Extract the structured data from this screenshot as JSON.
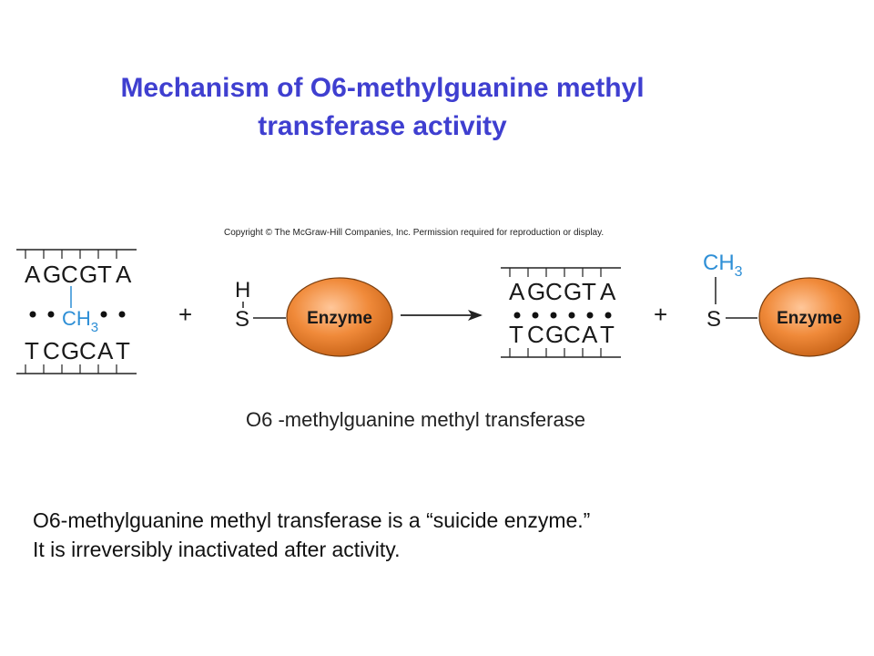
{
  "title": {
    "line1": "Mechanism of  O6-methylguanine methyl",
    "line2": "transferase  activity"
  },
  "figure": {
    "copyright": "Copyright © The McGraw-Hill Companies, Inc. Permission required for reproduction or display.",
    "dna_top": [
      "A",
      "G",
      "C",
      "G",
      "T",
      "A"
    ],
    "dna_bottom": [
      "T",
      "C",
      "G",
      "C",
      "A",
      "T"
    ],
    "methyl_group": "CH",
    "methyl_subscript": "3",
    "hydrogen": "H",
    "sulfur": "S",
    "plus": "+",
    "enzyme_label": "Enzyme",
    "enzyme_color": "#f08a3a",
    "methyl_color": "#2e8fd6",
    "caption": "O6 -methylguanine methyl transferase"
  },
  "body": {
    "line1": "O6-methylguanine methyl transferase is a “suicide enzyme.”",
    "line2": "It is irreversibly inactivated after activity."
  }
}
